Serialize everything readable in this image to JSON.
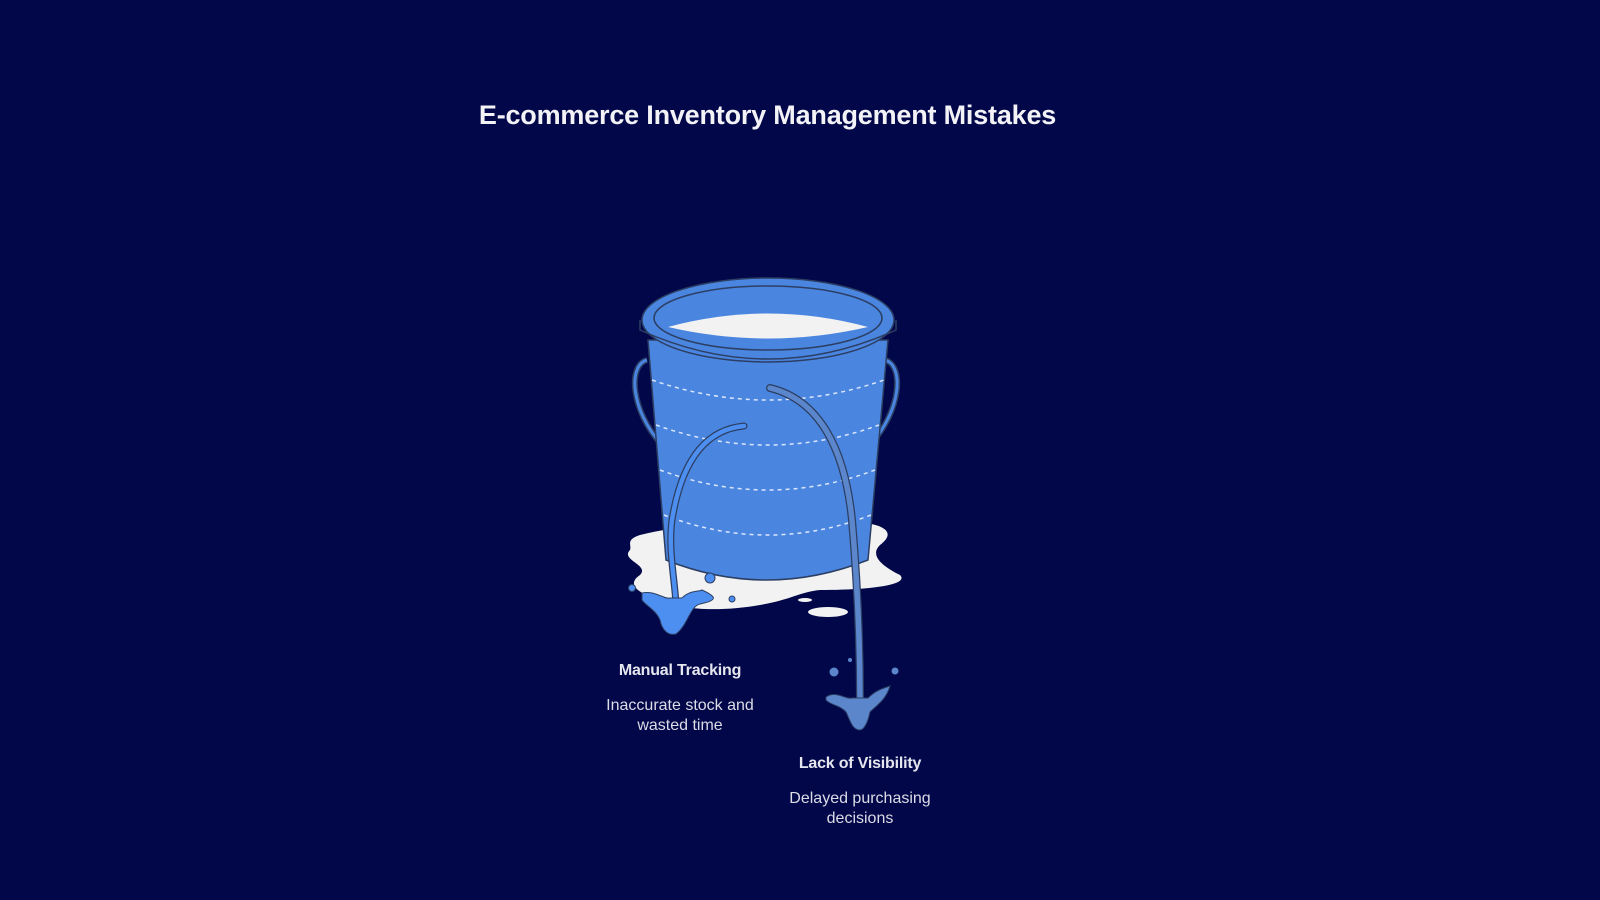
{
  "title": "E-commerce Inventory Management Mistakes",
  "colors": {
    "background": "#020749",
    "bucket": "#4a86e0",
    "outline": "#2c3e63",
    "water": "#f2f2f2",
    "leak_left": "#4d8ff0",
    "leak_right": "#5b86cc"
  },
  "leaks": [
    {
      "title": "Manual Tracking",
      "description": "Inaccurate stock and wasted time"
    },
    {
      "title": "Lack of Visibility",
      "description": "Delayed purchasing decisions"
    }
  ]
}
